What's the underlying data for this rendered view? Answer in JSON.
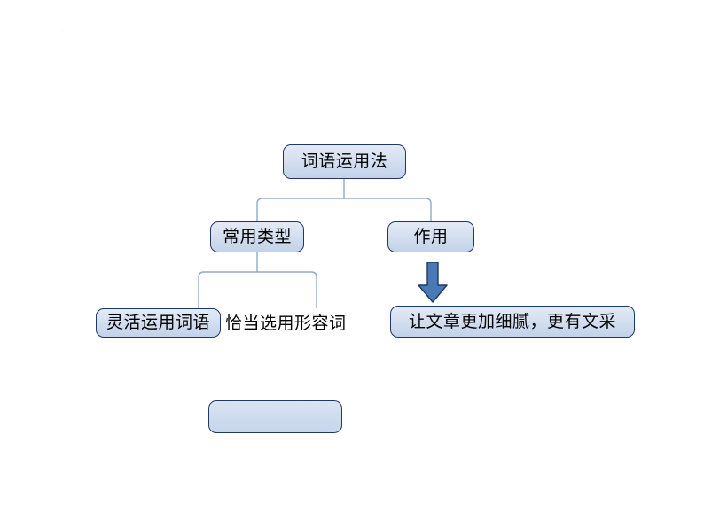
{
  "slide": {
    "background_color": "#ffffff",
    "node_fill_top": "#e3eaf6",
    "node_fill_bottom": "#c3d2e9",
    "node_border_color": "#1f3864",
    "connector_color": "#8faacb",
    "arrow_fill_color": "#4a7ab5",
    "arrow_border_color": "#1f3864",
    "text_color": "#000000",
    "artifact_text": "."
  },
  "diagram": {
    "type": "org-chart",
    "root": {
      "id": "root",
      "label": "词语运用法"
    },
    "level2": [
      {
        "id": "types",
        "label": "常用类型",
        "boxed": true
      },
      {
        "id": "function",
        "label": "作用",
        "boxed": true
      }
    ],
    "level3": [
      {
        "id": "flexible-words",
        "label": "灵活运用词语",
        "boxed": true,
        "parent": "types"
      },
      {
        "id": "proper-adjectives",
        "label": "恰当选用形容词",
        "boxed": false,
        "parent": "types"
      },
      {
        "id": "result",
        "label": "让文章更加细腻，更有文采",
        "boxed": true,
        "parent": "function"
      }
    ],
    "extra": [
      {
        "id": "empty-box",
        "label": "",
        "boxed": true
      }
    ],
    "arrows": [
      {
        "id": "down-arrow",
        "from": "function",
        "to": "result",
        "direction": "down"
      }
    ]
  }
}
